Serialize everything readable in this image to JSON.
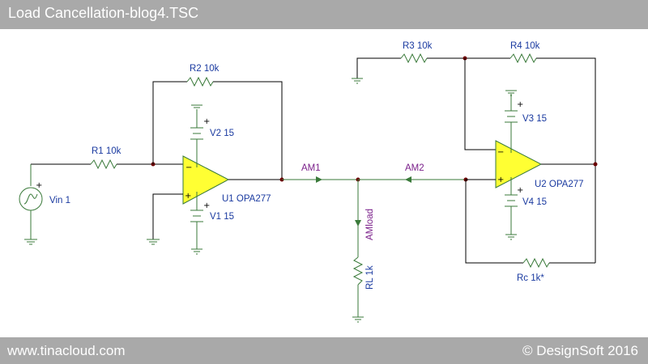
{
  "window": {
    "title": "Load Cancellation-blog4.TSC"
  },
  "footer": {
    "left": "www.tinacloud.com",
    "right": "© DesignSoft 2016"
  },
  "schematic": {
    "labels": {
      "r1": "R1 10k",
      "r2": "R2 10k",
      "r3": "R3 10k",
      "r4": "R4 10k",
      "rc": "Rc 1k*",
      "rl": "RL 1k",
      "vin": "Vin 1",
      "u1": "U1 OPA277",
      "u2": "U2 OPA277",
      "v1": "V1 15",
      "v2": "V2 15",
      "v3": "V3 15",
      "v4": "V4 15",
      "am1": "AM1",
      "am2": "AM2",
      "amload": "AMload"
    },
    "colors": {
      "opamp_fill": "#ffff33",
      "wire": "#000000",
      "component": "#3a7a3a",
      "label": "#1a3aa0",
      "meter_label": "#7a1f8a",
      "bar": "#a9a9a9"
    }
  }
}
